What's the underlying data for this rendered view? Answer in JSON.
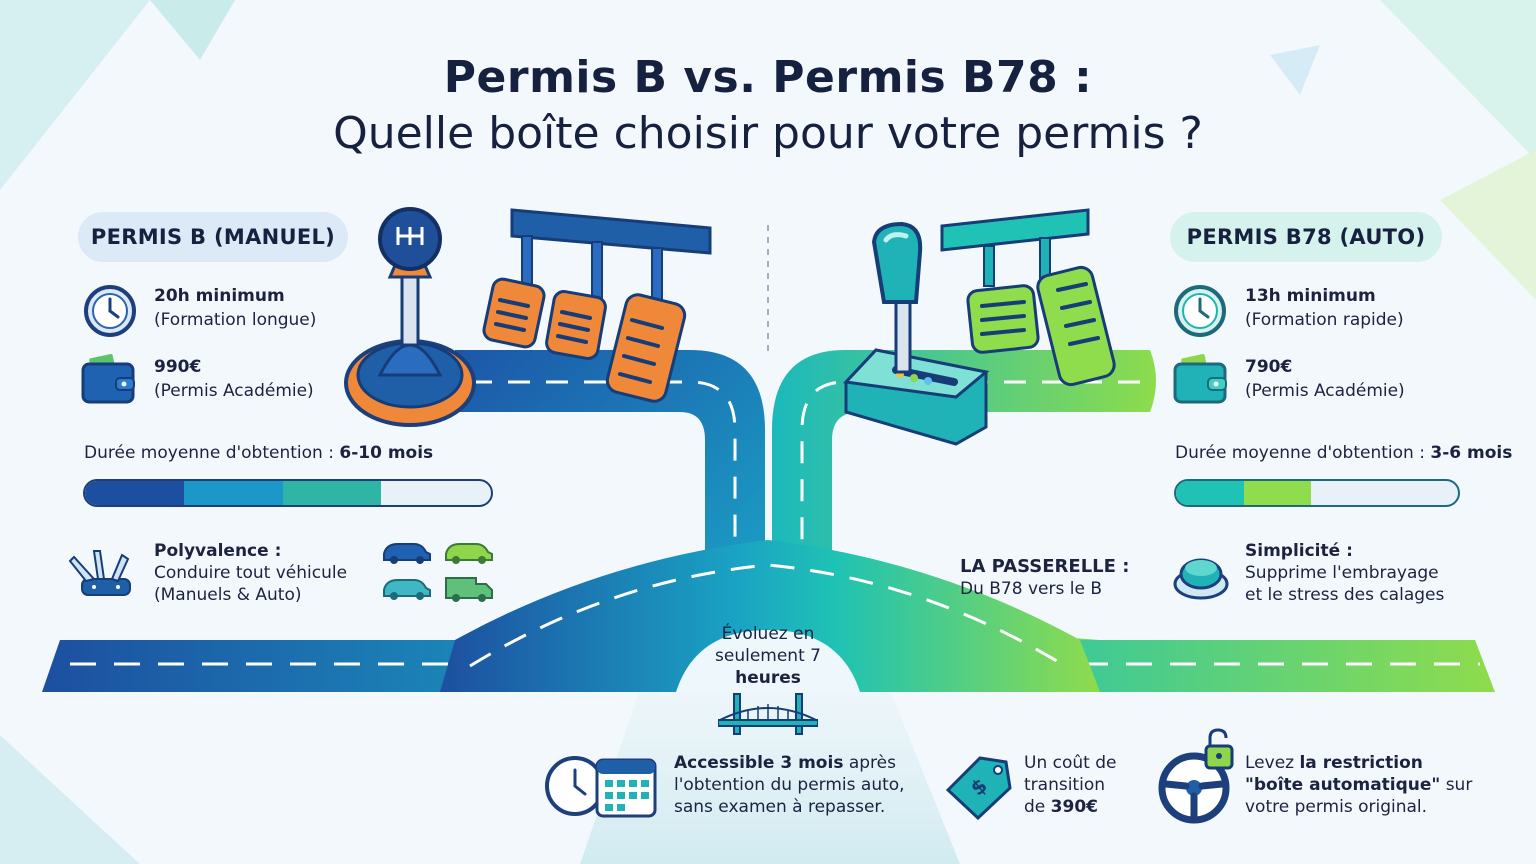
{
  "title": {
    "line1": "Permis B vs. Permis B78 :",
    "line2": "Quelle boîte choisir pour votre permis ?"
  },
  "manual": {
    "badge": "PERMIS B (MANUEL)",
    "hours_strong": "20h minimum",
    "hours_sub": "(Formation longue)",
    "price_strong": "990€",
    "price_sub": "(Permis Académie)",
    "duration_label": "Durée moyenne d'obtention : ",
    "duration_value": "6-10 mois",
    "progress_fill": 0.73,
    "feature_title": "Polyvalence :",
    "feature_line1": "Conduire tout véhicule",
    "feature_line2": "(Manuels & Auto)",
    "icons": [
      "clock-icon",
      "wallet-icon",
      "swiss-knife-icon",
      "cars-icon",
      "gear-stick-icon",
      "pedals-icon"
    ]
  },
  "auto": {
    "badge": "PERMIS B78 (AUTO)",
    "hours_strong": "13h minimum",
    "hours_sub": "(Formation rapide)",
    "price_strong": "790€",
    "price_sub": "(Permis Académie)",
    "duration_label": "Durée moyenne d'obtention : ",
    "duration_value": "3-6 mois",
    "progress_fill": 0.48,
    "feature_title": "Simplicité :",
    "feature_line1": "Supprime l'embrayage",
    "feature_line2": "et le stress des calages",
    "icons": [
      "clock-icon",
      "wallet-icon",
      "button-icon",
      "auto-shifter-icon",
      "pedals-icon"
    ]
  },
  "passerelle": {
    "title": "LA PASSERELLE :",
    "subtitle": "Du B78 vers le B",
    "bridge_line1": "Évoluez en",
    "bridge_line2": "seulement 7",
    "bridge_line3": "heures"
  },
  "bottom": {
    "access_strong": "Accessible 3 mois",
    "access_rest1": " après",
    "access_line2": "l'obtention du permis auto,",
    "access_line3": "sans examen à repasser.",
    "cost_line1": "Un coût de",
    "cost_line2": "transition",
    "cost_prefix": "de ",
    "cost_value": "390€",
    "lift_prefix": "Levez ",
    "lift_strong1": "la restriction",
    "lift_strong2": "\"boîte automatique\"",
    "lift_rest2": " sur",
    "lift_line3": "votre permis original."
  },
  "colors": {
    "navy": "#16213f",
    "blue": "#1f5fa8",
    "teal": "#1fb3b8",
    "green": "#8fd64a",
    "orange": "#f0883a"
  }
}
